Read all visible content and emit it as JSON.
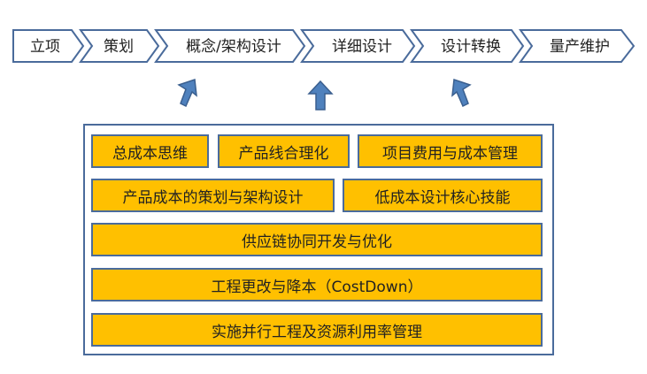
{
  "flow": {
    "stages": [
      "立项",
      "策划",
      "概念/架构设计",
      "详细设计",
      "设计转换",
      "量产维护"
    ]
  },
  "capabilities": [
    "总成本思维",
    "产品线合理化",
    "项目费用与成本管理",
    "产品成本的策划与架构设计",
    "低成本设计核心技能",
    "供应链协同开发与优化",
    "工程更改与降本（CostDown）",
    "实施并行工程及资源利用率管理"
  ],
  "colors": {
    "stage_border": "#4a6b9b",
    "stage_fill": "#ffffff",
    "arrow_fill": "#4f81bd",
    "box_fill": "#ffc000",
    "box_border": "#4a6b9b"
  }
}
